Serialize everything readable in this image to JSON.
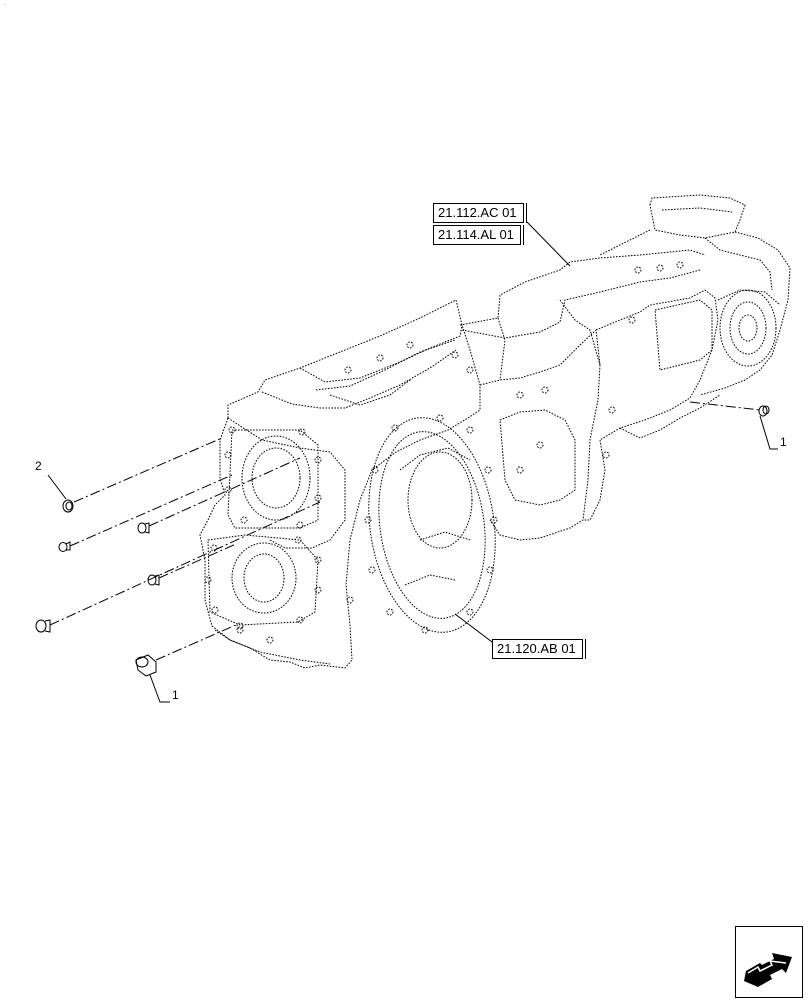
{
  "references": {
    "ref_1": "21.112.AC 01",
    "ref_2": "21.114.AL 01",
    "ref_3": "21.120.AB 01"
  },
  "callouts": {
    "item_1_right": "1",
    "item_1_lower": "1",
    "item_2": "2"
  },
  "icons": {
    "navigation": "next-page-arrow-icon"
  },
  "colors": {
    "line": "#000000",
    "background": "#ffffff"
  }
}
